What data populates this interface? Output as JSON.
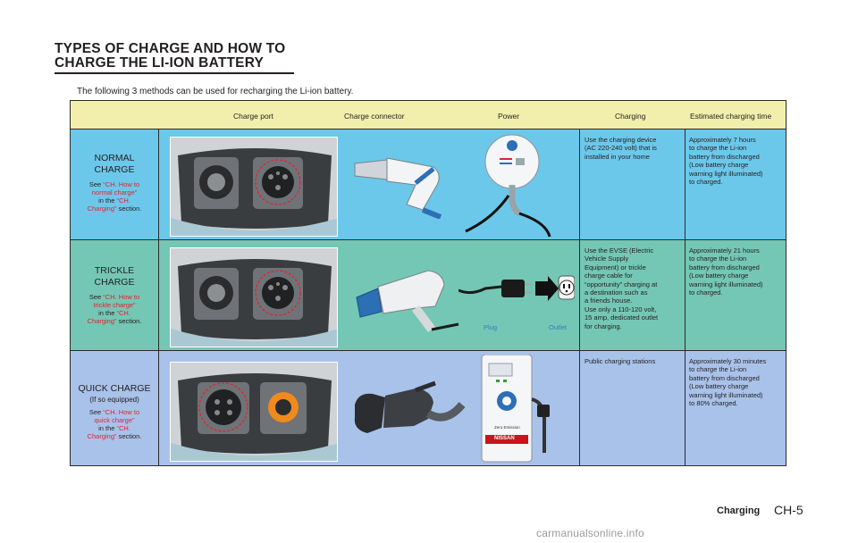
{
  "page": {
    "title": "TYPES OF CHARGE AND HOW TO\nCHARGE THE LI-ION BATTERY",
    "intro": "The following 3 methods can be used for recharging the Li-ion battery.",
    "footer_section": "Charging",
    "page_number": "CH-5",
    "watermark": "carmanualsonline.info"
  },
  "headers": {
    "charge_port": "Charge port",
    "charge_connector": "Charge connector",
    "power": "Power",
    "charging": "Charging",
    "estimated_time": "Estimated charging time"
  },
  "rows": [
    {
      "name_l1": "NORMAL",
      "name_l2": "CHARGE",
      "sub": "",
      "see_prefix": "See ",
      "link1_l1": "“CH. How to",
      "link1_l2": "normal charge”",
      "in_the": "in the ",
      "link2_l1": "“CH.",
      "link2_l2": "Charging”",
      "section": " section.",
      "charging": "Use the charging device\n(AC 220-240 volt) that is\ninstalled in your home",
      "estimated": "Approximately 7 hours\nto charge the Li-ion\nbattery from discharged\n(Low battery charge\nwarning light illuminated)\nto charged."
    },
    {
      "name_l1": "TRICKLE",
      "name_l2": "CHARGE",
      "sub": "",
      "see_prefix": "See ",
      "link1_l1": "“CH. How to",
      "link1_l2": "trickle charge”",
      "in_the": "in the ",
      "link2_l1": "“CH.",
      "link2_l2": "Charging”",
      "section": " section.",
      "charging": "Use the EVSE (Electric\nVehicle Supply\nEquipment)  or trickle\ncharge cable for\n“opportunity” charging at\na destination such as\na friends house.\nUse only a 110-120 volt,\n15 amp, dedicated outlet\nfor charging.",
      "estimated": "Approximately 21 hours\nto charge the Li-ion\nbattery from discharged\n(Low battery charge\nwarning light illuminated)\nto charged.",
      "plug_label": "Plug",
      "outlet_label": "Outlet"
    },
    {
      "name_l1": "QUICK CHARGE",
      "name_l2": "",
      "sub": "(If so equipped)",
      "see_prefix": "See ",
      "link1_l1": "“CH. How to",
      "link1_l2": "quick charge”",
      "in_the": "in the ",
      "link2_l1": "“CH.",
      "link2_l2": "Charging”",
      "section": " section.",
      "charging": "Public charging stations",
      "estimated": "Approximately 30 minutes\nto charge the Li-ion\nbattery from discharged\n(Low battery charge\nwarning light illuminated)\nto 80% charged.",
      "station_brand": "NISSAN",
      "station_tag": "Zero Emission"
    }
  ],
  "colors": {
    "header_bg": "#f2efad",
    "row1_bg": "#6cc8ea",
    "row2_bg": "#74c7b4",
    "row3_bg": "#a9c2ea",
    "link_red": "#e2232f",
    "connector_blue": "#2d6fb5"
  }
}
